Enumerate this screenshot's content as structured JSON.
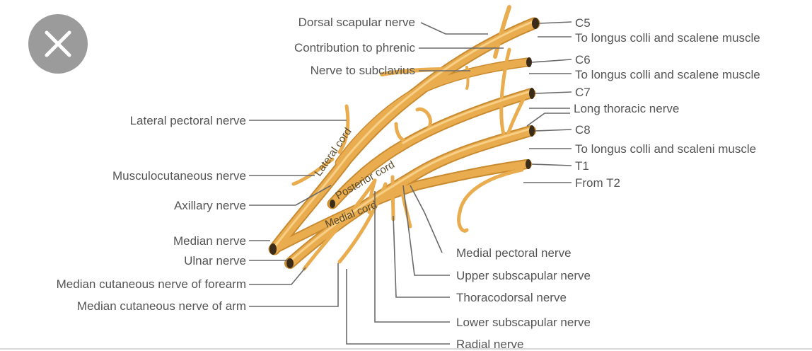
{
  "close_button": {
    "icon": "close-icon",
    "color": "#9b9b9b"
  },
  "colors": {
    "nerve": "#e9ad4f",
    "nerve_highlight": "#f7cf86",
    "nerve_edge": "#c98a30",
    "label": "#555555"
  },
  "roots": {
    "c5": "C5",
    "c5_branch": "To longus colli and scalene muscle",
    "c6": "C6",
    "c6_branch": "To longus colli and scalene muscle",
    "c7": "C7",
    "long_thoracic": "Long thoracic nerve",
    "c8": "C8",
    "c8_branch": "To longus colli and scaleni muscle",
    "t1": "T1",
    "from_t2": "From T2"
  },
  "top_labels": {
    "dorsal_scapular": "Dorsal scapular nerve",
    "phrenic": "Contribution to phrenic",
    "subclavius": "Nerve to subclavius"
  },
  "left_labels": {
    "lateral_pectoral": "Lateral pectoral nerve",
    "musculocutaneous": "Musculocutaneous nerve",
    "axillary": "Axillary nerve",
    "median": "Median nerve",
    "ulnar": "Ulnar nerve",
    "median_cut_forearm": "Median cutaneous nerve  of forearm",
    "median_cut_arm": "Median cutaneous nerve  of arm"
  },
  "cords": {
    "lateral": "Lateral cord",
    "posterior": "Posterior cord",
    "medial": "Medial cord"
  },
  "bottom_labels": {
    "medial_pectoral": "Medial pectoral nerve",
    "upper_subscapular": "Upper subscapular nerve",
    "thoracodorsal": "Thoracodorsal nerve",
    "lower_subscapular": "Lower subscapular nerve",
    "radial": "Radial nerve"
  }
}
